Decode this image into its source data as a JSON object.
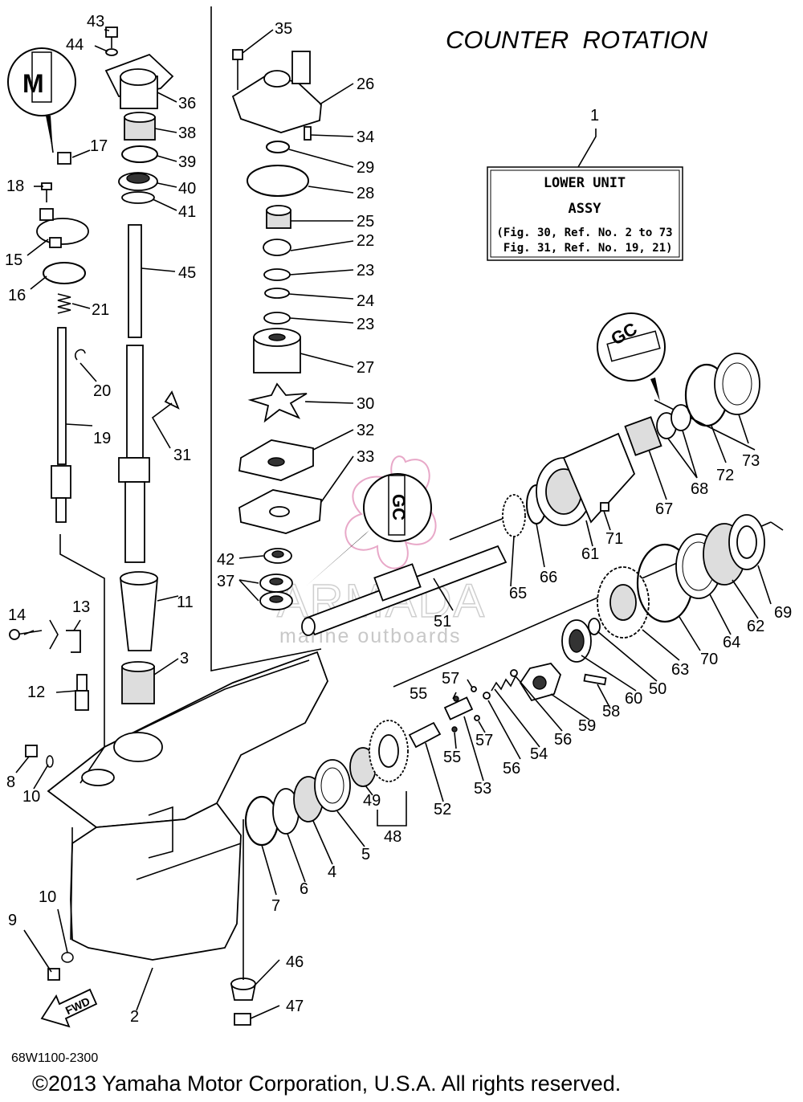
{
  "diagram": {
    "title": "COUNTER  ROTATION",
    "drawing_code": "68W1100-2300",
    "copyright": "©2013 Yamaha Motor Corporation, U.S.A. All rights reserved.",
    "fwd_label": "FWD",
    "callout_1": {
      "line1": "LOWER UNIT",
      "line2": "ASSY",
      "line3": "(Fig. 30, Ref. No. 2 to 73",
      "line4": " Fig. 31, Ref. No. 19, 21)"
    },
    "symbol_m": "M",
    "symbol_gc": "GC",
    "watermark_brand": "ARMADA",
    "watermark_sub": "marine outboards"
  },
  "callouts": {
    "n1": "1",
    "n2": "2",
    "n3": "3",
    "n4": "4",
    "n5": "5",
    "n6": "6",
    "n7": "7",
    "n8": "8",
    "n9": "9",
    "n10a": "10",
    "n10b": "10",
    "n11": "11",
    "n12": "12",
    "n13": "13",
    "n14": "14",
    "n15": "15",
    "n16": "16",
    "n17": "17",
    "n18": "18",
    "n19": "19",
    "n20": "20",
    "n21": "21",
    "n22": "22",
    "n23a": "23",
    "n23b": "23",
    "n24": "24",
    "n25": "25",
    "n26": "26",
    "n27": "27",
    "n28": "28",
    "n29": "29",
    "n30": "30",
    "n31": "31",
    "n32": "32",
    "n33": "33",
    "n34": "34",
    "n35": "35",
    "n36": "36",
    "n37": "37",
    "n38": "38",
    "n39": "39",
    "n40": "40",
    "n41": "41",
    "n42": "42",
    "n43": "43",
    "n44": "44",
    "n45": "45",
    "n46": "46",
    "n47": "47",
    "n48": "48",
    "n49": "49",
    "n50": "50",
    "n51": "51",
    "n52": "52",
    "n53": "53",
    "n54": "54",
    "n55a": "55",
    "n55b": "55",
    "n56a": "56",
    "n56b": "56",
    "n57a": "57",
    "n57b": "57",
    "n58": "58",
    "n59": "59",
    "n60": "60",
    "n61": "61",
    "n62": "62",
    "n63": "63",
    "n64": "64",
    "n65": "65",
    "n66": "66",
    "n67": "67",
    "n68": "68",
    "n69": "69",
    "n70": "70",
    "n71": "71",
    "n72": "72",
    "n73": "73"
  }
}
